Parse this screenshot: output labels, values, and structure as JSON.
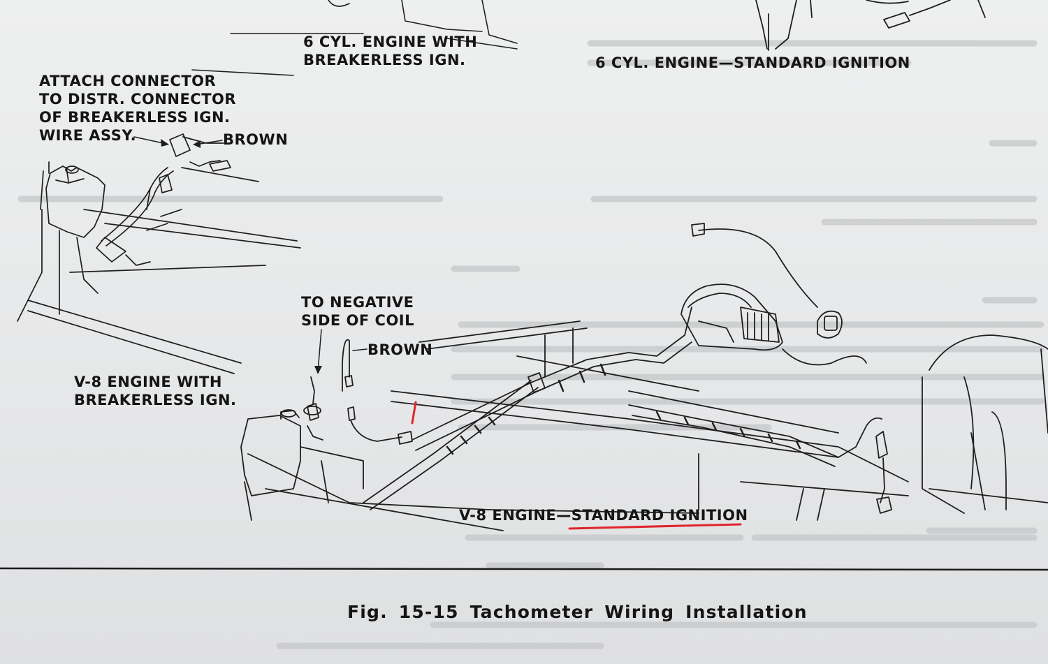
{
  "labels": {
    "six_cyl_breakerless": "6 CYL. ENGINE WITH\nBREAKERLESS IGN.",
    "six_cyl_standard": "6 CYL. ENGINE—STANDARD IGNITION",
    "attach_connector": "ATTACH CONNECTOR\nTO DISTR. CONNECTOR\nOF BREAKERLESS IGN.\nWIRE ASSY.",
    "brown_top": "BROWN",
    "to_negative_coil": "TO NEGATIVE\nSIDE OF COIL",
    "brown_mid": "BROWN",
    "v8_breakerless": "V-8 ENGINE WITH\nBREAKERLESS IGN.",
    "v8_standard_prefix": "V-8 ENGINE—",
    "v8_standard_underlined": "STANDARD IGNITION"
  },
  "caption": "Fig. 15-15 Tachometer Wiring Installation",
  "colors": {
    "paper": "#e9eaeb",
    "ink": "#151515",
    "annotation_red": "#e0242c",
    "ghost_text": "#b9bbbd"
  }
}
